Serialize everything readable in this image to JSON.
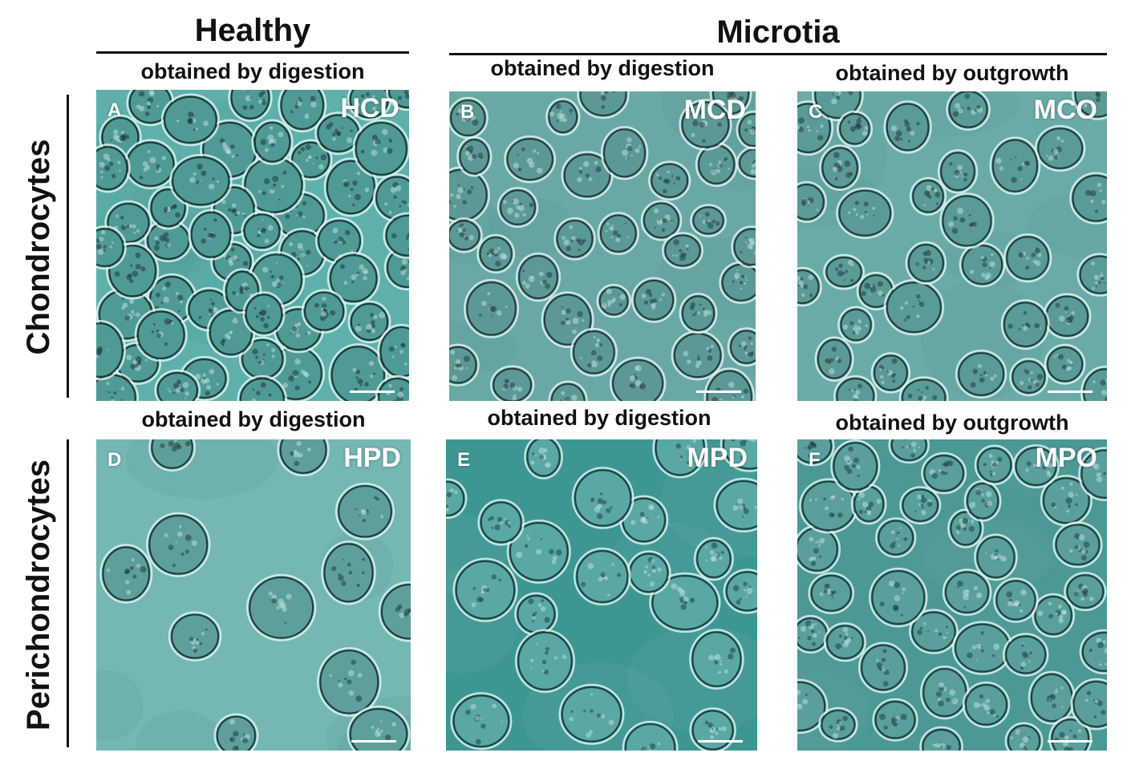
{
  "groups": {
    "healthy": "Healthy",
    "microtia": "Microtia"
  },
  "rows": {
    "top": "Chondrocytes",
    "bottom": "Perichondrocytes"
  },
  "panels": [
    {
      "letter": "A",
      "code": "HCD",
      "subtitle": "obtained by digestion",
      "palette": {
        "bg": "#5fb0ab",
        "cell": "#4f9a95",
        "dark": "#1d3c3a"
      }
    },
    {
      "letter": "B",
      "code": "MCD",
      "subtitle": "obtained by digestion",
      "palette": {
        "bg": "#6aa8a6",
        "cell": "#5c9996",
        "dark": "#26403f"
      }
    },
    {
      "letter": "C",
      "code": "MCO",
      "subtitle": "obtained by outgrowth",
      "palette": {
        "bg": "#6aaba8",
        "cell": "#5a9a97",
        "dark": "#22403e"
      }
    },
    {
      "letter": "D",
      "code": "HPD",
      "subtitle": "obtained by digestion",
      "palette": {
        "bg": "#74b7b3",
        "cell": "#5e9f9b",
        "dark": "#203f3d"
      }
    },
    {
      "letter": "E",
      "code": "MPD",
      "subtitle": "obtained by digestion",
      "palette": {
        "bg": "#3e9693",
        "cell": "#5aa8a4",
        "dark": "#1e4543"
      }
    },
    {
      "letter": "F",
      "code": "MPO",
      "subtitle": "obtained by outgrowth",
      "palette": {
        "bg": "#4b9895",
        "cell": "#5a9f9c",
        "dark": "#1f4442"
      }
    }
  ]
}
